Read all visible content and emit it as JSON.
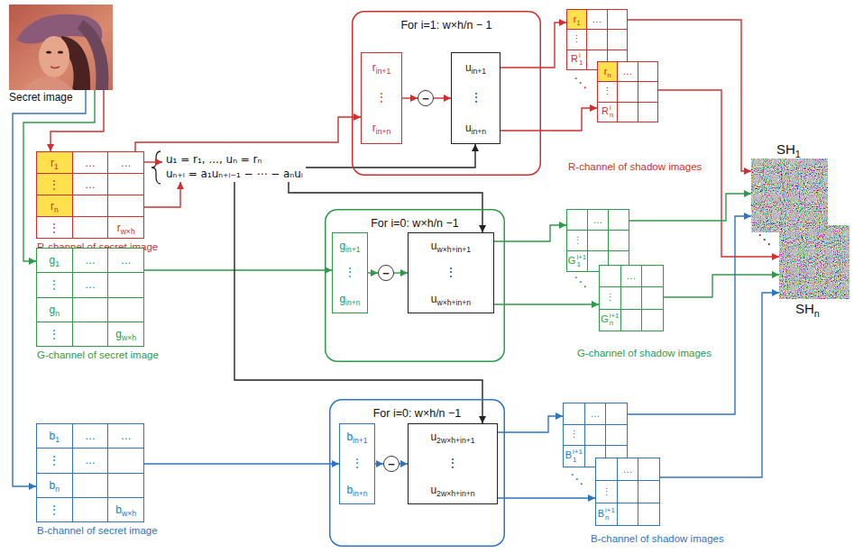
{
  "diagram": {
    "nodes": [
      {
        "text": [
          "Secret image"
        ]
      },
      {
        "text": [
          "r1",
          "…",
          "…",
          "⋮",
          "…",
          "rn",
          "⋮",
          "rw×h",
          "R-channel of secret image"
        ]
      },
      {
        "text": [
          "u₁ = r₁, ..., uₙ = rₙ",
          "uₙ₊ᵢ = a₁uₙ₊ᵢ₋₁ − ⋯ − aₙuᵢ"
        ]
      },
      {
        "text": [
          "g1",
          "…",
          "…",
          "⋮",
          "…",
          "gn",
          "⋮",
          "gw×h",
          "G-channel of secret image"
        ]
      },
      {
        "text": [
          "b1",
          "…",
          "…",
          "⋮",
          "…",
          "bn",
          "⋮",
          "bw×h",
          "B-channel of secret image"
        ]
      },
      {
        "text": [
          "For i=1: w×h/n − 1"
        ]
      },
      {
        "text": [
          "rin+1",
          "⋮",
          "rin+n"
        ],
        "in": 5
      },
      {
        "text": [
          "−"
        ],
        "in": 5
      },
      {
        "text": [
          "uin+1",
          "⋮",
          "uin+n"
        ],
        "in": 5
      },
      {
        "text": [
          "For i=0: w×h/n −1"
        ]
      },
      {
        "text": [
          "gin+1",
          "⋮",
          "gin+n"
        ],
        "in": 9
      },
      {
        "text": [
          "−"
        ],
        "in": 9
      },
      {
        "text": [
          "uw×h+in+1",
          "⋮",
          "uw×h+in+n"
        ],
        "in": 9
      },
      {
        "text": [
          "For i=0: w×h/n −1"
        ]
      },
      {
        "text": [
          "bin+1",
          "⋮",
          "bin+n"
        ],
        "in": 13
      },
      {
        "text": [
          "−"
        ],
        "in": 13
      },
      {
        "text": [
          "u2w×h+in+1",
          "⋮",
          "u2w×h+in+n"
        ],
        "in": 13
      },
      {
        "text": [
          "r1",
          "…",
          "⋮",
          "R1i"
        ]
      },
      {
        "text": [
          "rn",
          "…",
          "⋮",
          "Rni"
        ]
      },
      {
        "text": [
          "…",
          "⋮",
          "G1i+1"
        ]
      },
      {
        "text": [
          "…",
          "⋮",
          "Gni+1"
        ]
      },
      {
        "text": [
          "…",
          "⋮",
          "B1i+1"
        ]
      },
      {
        "text": [
          "…",
          "⋮",
          "Bni+1"
        ]
      },
      {
        "text": [
          "SH1"
        ]
      },
      {
        "text": [
          "SHn"
        ]
      }
    ],
    "edges": [
      {
        "from": 0,
        "to": 1,
        "arrow": "to"
      },
      {
        "from": 0,
        "to": 3,
        "arrow": "to"
      },
      {
        "from": 0,
        "to": 4,
        "arrow": "to"
      },
      {
        "from": 1,
        "to": 2,
        "arrow": "to"
      },
      {
        "from": 1,
        "to": 2,
        "arrow": "to"
      },
      {
        "from": 1,
        "to": 6,
        "arrow": "to"
      },
      {
        "from": 3,
        "to": 10,
        "arrow": "to"
      },
      {
        "from": 4,
        "to": 14,
        "arrow": "to"
      },
      {
        "from": 6,
        "to": 7,
        "arrow": "to"
      },
      {
        "from": 7,
        "to": 8,
        "arrow": "to"
      },
      {
        "from": 10,
        "to": 11,
        "arrow": "to"
      },
      {
        "from": 11,
        "to": 12,
        "arrow": "to"
      },
      {
        "from": 14,
        "to": 15,
        "arrow": "to"
      },
      {
        "from": 15,
        "to": 16,
        "arrow": "to"
      },
      {
        "from": 2,
        "to": 8,
        "arrow": "to"
      },
      {
        "from": 2,
        "to": 12,
        "arrow": "to"
      },
      {
        "from": 2,
        "to": 16,
        "arrow": "to"
      },
      {
        "from": 8,
        "to": 17,
        "arrow": "to"
      },
      {
        "from": 8,
        "to": 18,
        "arrow": "to"
      },
      {
        "from": 12,
        "to": 19,
        "arrow": "to"
      },
      {
        "from": 12,
        "to": 20,
        "arrow": "to"
      },
      {
        "from": 16,
        "to": 21,
        "arrow": "to"
      },
      {
        "from": 16,
        "to": 22,
        "arrow": "to"
      },
      {
        "from": 17,
        "to": 23,
        "arrow": "to"
      },
      {
        "from": 18,
        "to": 24,
        "arrow": "to"
      },
      {
        "from": 19,
        "to": 23,
        "arrow": "to"
      },
      {
        "from": 20,
        "to": 24,
        "arrow": "to"
      },
      {
        "from": 21,
        "to": 23,
        "arrow": "to"
      },
      {
        "from": 22,
        "to": 24,
        "arrow": "to"
      }
    ],
    "labels": [
      "R-channel of shadow images",
      "⋱",
      "G-channel of shadow images",
      "⋱",
      "B-channel of shadow images",
      "⋱",
      "⋱"
    ]
  }
}
